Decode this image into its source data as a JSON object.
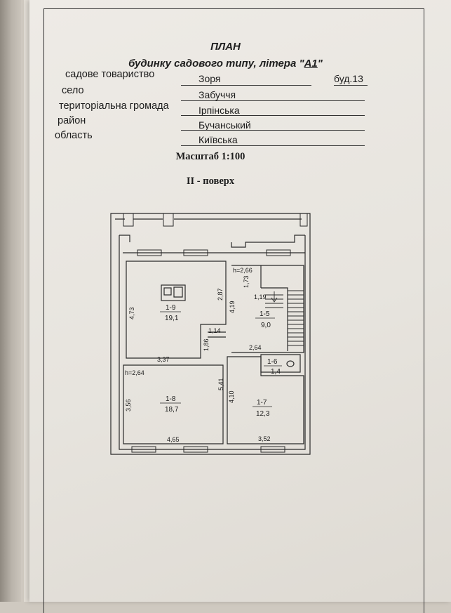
{
  "document": {
    "title_line1": "ПЛАН",
    "title_line2_prefix": "будинку садового типу, літера \"",
    "title_line2_litera": "А1",
    "title_line2_suffix": "\""
  },
  "address": {
    "society_label": "садове товариство",
    "society_value": "Зоря",
    "building_label": "буд.13",
    "village_label": "село",
    "village_value": "Забуччя",
    "community_label": "територіальна громада",
    "community_value": "Ірпінська",
    "district_label": "район",
    "district_value": "Бучанський",
    "region_label": "область",
    "region_value": "Київська"
  },
  "scale_text": "Масштаб 1:100",
  "floor_title": "II -  поверх",
  "rooms": [
    {
      "id": "1-9",
      "area": "19,1"
    },
    {
      "id": "1-5",
      "area": "9,0"
    },
    {
      "id": "1-6",
      "area": "1,4"
    },
    {
      "id": "1-8",
      "area": "18,7"
    },
    {
      "id": "1-7",
      "area": "12,3"
    }
  ],
  "dimensions": {
    "h_top": "h=2,66",
    "d_1_73": "1,73",
    "d_2_87": "2,87",
    "d_4_73": "4,73",
    "d_4_19": "4,19",
    "d_1_19": "1,19",
    "d_1_14": "1,14",
    "d_1_86": "1,86",
    "d_3_37": "3,37",
    "d_2_64": "2,64",
    "h_bottom": "h=2,64",
    "d_5_41": "5,41",
    "d_4_10": "4,10",
    "d_3_56": "3,56",
    "d_4_65": "4,65",
    "d_3_52": "3,52"
  }
}
